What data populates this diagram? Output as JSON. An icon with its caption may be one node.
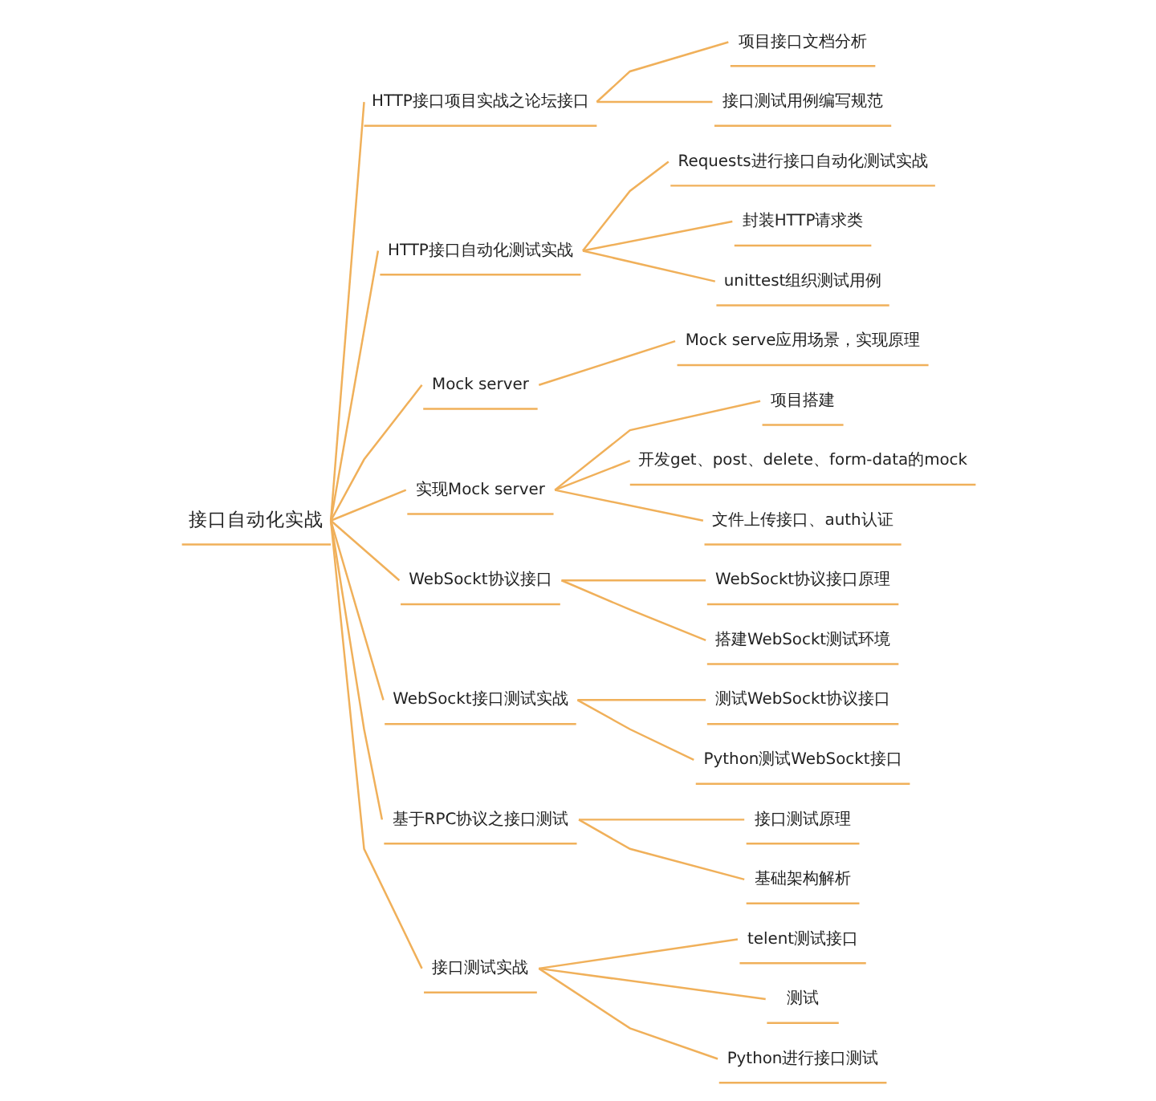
{
  "diagram": {
    "nodes": [
      {
        "text": [
          "接口自动化实战"
        ]
      },
      {
        "text": [
          "HTTP接口项目实战之论坛接口"
        ]
      },
      {
        "text": [
          "项目接口文档分析"
        ]
      },
      {
        "text": [
          "接口测试用例编写规范"
        ]
      },
      {
        "text": [
          "HTTP接口自动化测试实战"
        ]
      },
      {
        "text": [
          "Requests进行接口自动化测试实战"
        ]
      },
      {
        "text": [
          "封装HTTP请求类"
        ]
      },
      {
        "text": [
          "unittest组织测试用例"
        ]
      },
      {
        "text": [
          "Mock server"
        ]
      },
      {
        "text": [
          "Mock serve应用场景，实现原理"
        ]
      },
      {
        "text": [
          "实现Mock server"
        ]
      },
      {
        "text": [
          "项目搭建"
        ]
      },
      {
        "text": [
          "开发get、post、delete、form-data的mock"
        ]
      },
      {
        "text": [
          "文件上传接口、auth认证"
        ]
      },
      {
        "text": [
          "WebSockt协议接口"
        ]
      },
      {
        "text": [
          "WebSockt协议接口原理"
        ]
      },
      {
        "text": [
          "搭建WebSockt测试环境"
        ]
      },
      {
        "text": [
          "WebSockt接口测试实战"
        ]
      },
      {
        "text": [
          "测试WebSockt协议接口"
        ]
      },
      {
        "text": [
          "Python测试WebSockt接口"
        ]
      },
      {
        "text": [
          "基于RPC协议之接口测试"
        ]
      },
      {
        "text": [
          "接口测试原理"
        ]
      },
      {
        "text": [
          "基础架构解析"
        ]
      },
      {
        "text": [
          "接口测试实战"
        ]
      },
      {
        "text": [
          "telent测试接口"
        ]
      },
      {
        "text": [
          "测试"
        ]
      },
      {
        "text": [
          "Python进行接口测试"
        ]
      }
    ],
    "edges": [
      {
        "from": 0,
        "to": 1,
        "arrow": "none"
      },
      {
        "from": 1,
        "to": 2,
        "arrow": "none"
      },
      {
        "from": 1,
        "to": 3,
        "arrow": "none"
      },
      {
        "from": 0,
        "to": 4,
        "arrow": "none"
      },
      {
        "from": 4,
        "to": 5,
        "arrow": "none"
      },
      {
        "from": 4,
        "to": 6,
        "arrow": "none"
      },
      {
        "from": 4,
        "to": 7,
        "arrow": "none"
      },
      {
        "from": 0,
        "to": 8,
        "arrow": "none"
      },
      {
        "from": 8,
        "to": 9,
        "arrow": "none"
      },
      {
        "from": 0,
        "to": 10,
        "arrow": "none"
      },
      {
        "from": 10,
        "to": 11,
        "arrow": "none"
      },
      {
        "from": 10,
        "to": 12,
        "arrow": "none"
      },
      {
        "from": 10,
        "to": 13,
        "arrow": "none"
      },
      {
        "from": 0,
        "to": 14,
        "arrow": "none"
      },
      {
        "from": 14,
        "to": 15,
        "arrow": "none"
      },
      {
        "from": 14,
        "to": 16,
        "arrow": "none"
      },
      {
        "from": 0,
        "to": 17,
        "arrow": "none"
      },
      {
        "from": 17,
        "to": 18,
        "arrow": "none"
      },
      {
        "from": 17,
        "to": 19,
        "arrow": "none"
      },
      {
        "from": 0,
        "to": 20,
        "arrow": "none"
      },
      {
        "from": 20,
        "to": 21,
        "arrow": "none"
      },
      {
        "from": 20,
        "to": 22,
        "arrow": "none"
      },
      {
        "from": 0,
        "to": 23,
        "arrow": "none"
      },
      {
        "from": 23,
        "to": 24,
        "arrow": "none"
      },
      {
        "from": 23,
        "to": 25,
        "arrow": "none"
      },
      {
        "from": 23,
        "to": 26,
        "arrow": "none"
      }
    ]
  }
}
